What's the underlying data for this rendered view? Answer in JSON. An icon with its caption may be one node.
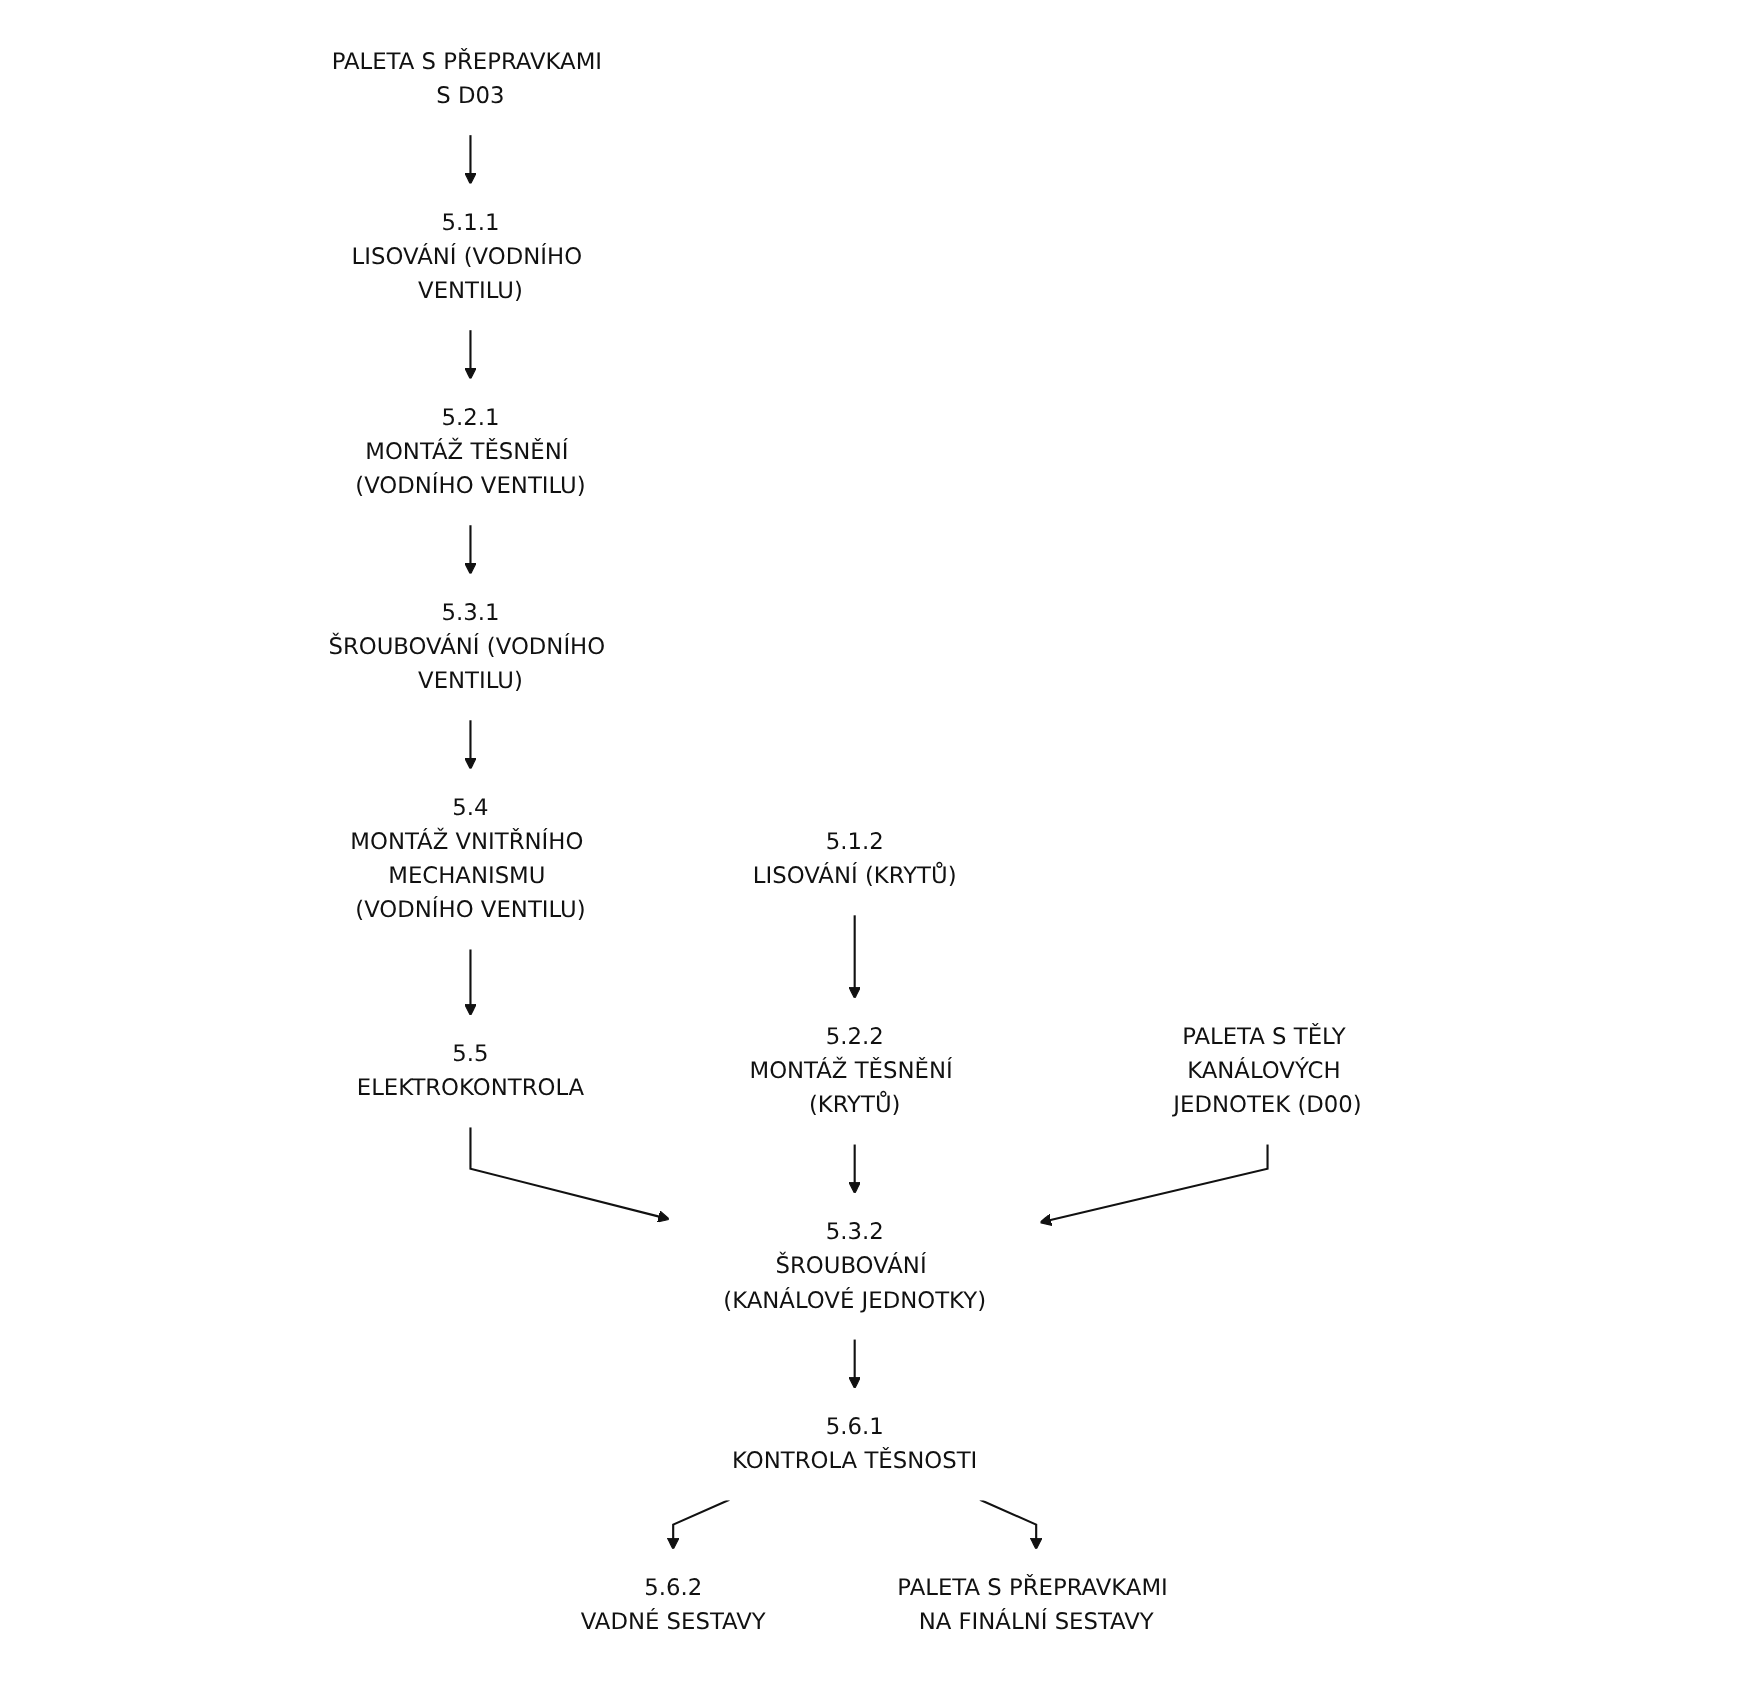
{
  "diagram": {
    "nodes": [
      {
        "text": [
          "5.1.1",
          "LISOVÁNÍ (VODNÍHO VENTILU)"
        ]
      },
      {
        "text": [
          "5.2.1",
          "MONTÁŽ TĚSNĚNÍ (VODNÍHO VENTILU)"
        ]
      },
      {
        "text": [
          "5.1.2",
          "LISOVÁNÍ (KRYTŮ)"
        ]
      },
      {
        "text": [
          "5.3.1",
          "ŠROUBOVÁNÍ (VODNÍHO VENTILU)"
        ]
      },
      {
        "text": [
          "5.2.2",
          "MONTÁŽ TĚSNĚNÍ (KRYTŮ)"
        ]
      },
      {
        "text": [
          "5.4",
          "MONTÁŽ VNITŘNÍHO MECHANISMU (VODNÍHO VENTILU)"
        ]
      },
      {
        "text": [
          "PALETA S PŘEPRAVKAMI S D03"
        ]
      },
      {
        "text": [
          "5.5",
          "ELEKTROKONTROLA"
        ]
      },
      {
        "text": [
          "PALETA S TĚLY KANÁLOVÝCH JEDNOTEK (D00)"
        ]
      },
      {
        "text": [
          "5.3.2",
          "ŠROUBOVÁNÍ (KANÁLOVÉ JEDNOTKY)"
        ]
      },
      {
        "text": [
          "5.6.1",
          "KONTROLA TĚSNOSTI"
        ]
      },
      {
        "text": [
          "5.6.2",
          "VADNÉ SESTAVY"
        ]
      },
      {
        "text": [
          "PALETA S PŘEPRAVKAMI NA FINÁLNÍ SESTAVY"
        ]
      }
    ],
    "edges": [
      {
        "from": 0,
        "to": 1,
        "arrow": "to"
      },
      {
        "from": 1,
        "to": 3,
        "arrow": "to"
      },
      {
        "from": 3,
        "to": 5,
        "arrow": "to"
      },
      {
        "from": 5,
        "to": 7,
        "arrow": "to"
      },
      {
        "from": 6,
        "to": 0,
        "arrow": "to"
      },
      {
        "from": 2,
        "to": 4,
        "arrow": "to"
      },
      {
        "from": 7,
        "to": 9,
        "arrow": "to"
      },
      {
        "from": 4,
        "to": 9,
        "arrow": "to"
      },
      {
        "from": 8,
        "to": 9,
        "arrow": "to"
      },
      {
        "from": 9,
        "to": 10,
        "arrow": "to"
      },
      {
        "from": 10,
        "to": 11,
        "arrow": "to"
      },
      {
        "from": 10,
        "to": 12,
        "arrow": "to"
      }
    ]
  }
}
